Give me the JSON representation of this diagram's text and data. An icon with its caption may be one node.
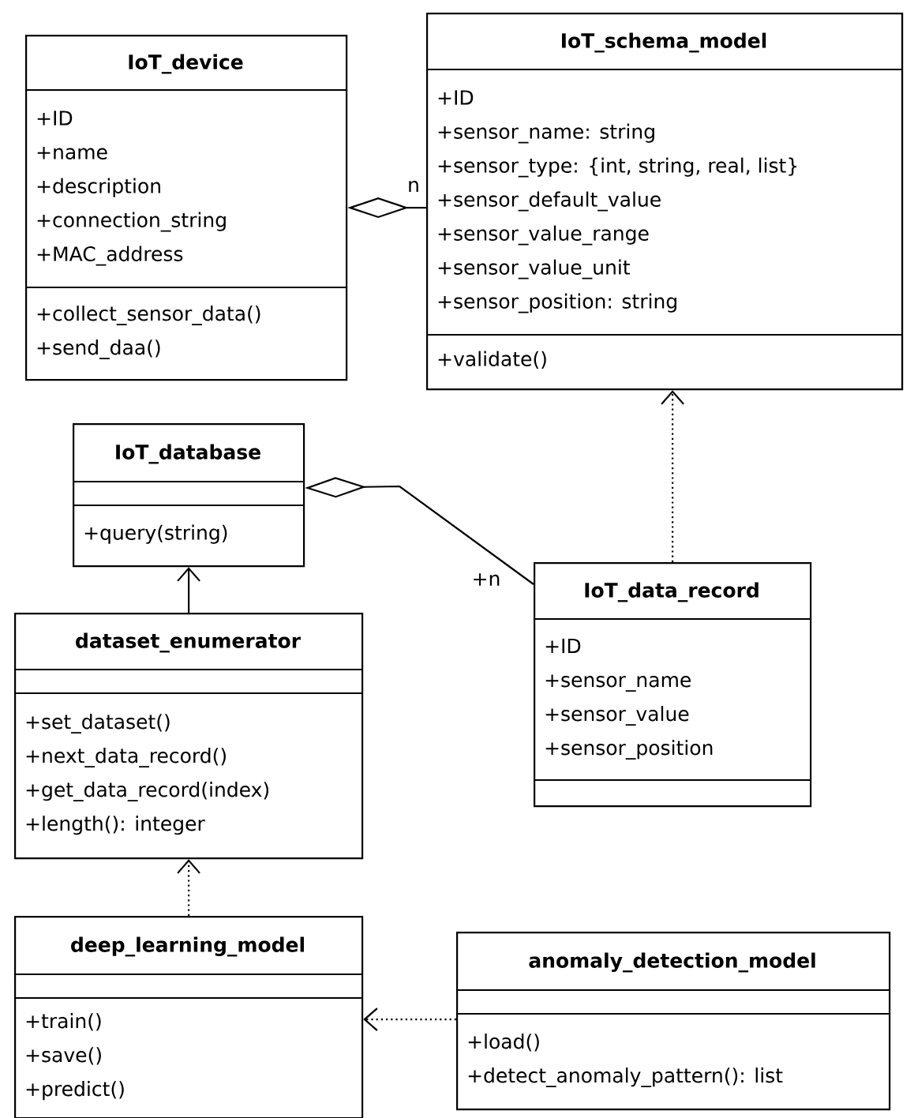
{
  "diagram": {
    "nodes": [
      {
        "text": [
          "IoT_device",
          "+ID",
          "+name",
          "+description",
          "+connection_string",
          "+MAC_address",
          "+collect_sensor_data()",
          "+send_daa()"
        ]
      },
      {
        "text": [
          "IoT_schema_model",
          "+ID",
          "+sensor_name: string",
          "+sensor_type: {int, string, real, list}",
          "+sensor_default_value",
          "+sensor_value_range",
          "+sensor_value_unit",
          "+sensor_position: string",
          "+validate()"
        ]
      },
      {
        "text": [
          "IoT_database",
          "+query(string)"
        ]
      },
      {
        "text": [
          "IoT_data_record",
          "+ID",
          "+sensor_name",
          "+sensor_value",
          "+sensor_position"
        ]
      },
      {
        "text": [
          "dataset_enumerator",
          "+set_dataset()",
          "+next_data_record()",
          "+get_data_record(index)",
          "+length(): integer"
        ]
      },
      {
        "text": [
          "deep_learning_model",
          "+train()",
          "+save()",
          "+predict()"
        ]
      },
      {
        "text": [
          "anomaly_detection_model",
          "+load()",
          "+detect_anomaly_pattern(): list"
        ]
      }
    ],
    "edges": [
      {
        "from": 0,
        "to": 1,
        "arrow": "other",
        "label": "n"
      },
      {
        "from": 2,
        "to": 3,
        "arrow": "other",
        "label": "+n"
      },
      {
        "from": 4,
        "to": 2,
        "arrow": "to"
      },
      {
        "from": 3,
        "to": 1,
        "arrow": "to",
        "style": "dashed"
      },
      {
        "from": 5,
        "to": 4,
        "arrow": "to",
        "style": "dashed"
      },
      {
        "from": 6,
        "to": 5,
        "arrow": "to",
        "style": "dashed"
      }
    ]
  }
}
